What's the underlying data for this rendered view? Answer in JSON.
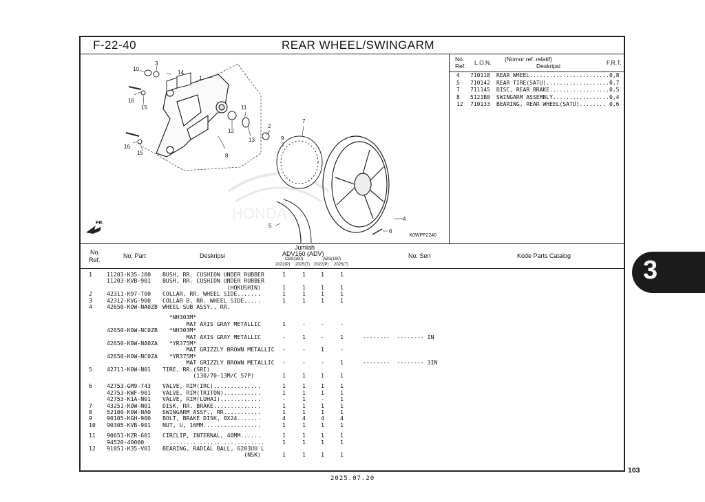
{
  "header": {
    "code": "F-22-40",
    "title": "REAR WHEEL/SWINGARM"
  },
  "diagram": {
    "ref_code": "K0WPF2240",
    "direction": "FR.",
    "callouts": [
      "10",
      "3",
      "14",
      "1",
      "16",
      "15",
      "16",
      "15",
      "8",
      "11",
      "12",
      "13",
      "2",
      "9",
      "7",
      "4",
      "5",
      "6"
    ]
  },
  "frt_table": {
    "headers": {
      "no": "No.",
      "ref": "Ref.",
      "lon": "L.O.N.",
      "nomor": "(Nomor ref. relatif)",
      "deskripsi": "Deskripsi",
      "frt": "F.R.T."
    },
    "rows": [
      {
        "ref": "4",
        "lon": "710118",
        "desc": "REAR WHEEL........................",
        "frt": "0,8"
      },
      {
        "ref": "5",
        "lon": "710142",
        "desc": "REAR TIRE(SATU)...................",
        "frt": "0,7"
      },
      {
        "ref": "7",
        "lon": "711145",
        "desc": "DISC, REAR BRAKE..................",
        "frt": "0,5"
      },
      {
        "ref": "8",
        "lon": "5121B0",
        "desc": "SWINGARM ASSEMBLY.................",
        "frt": "0,4"
      },
      {
        "ref": "12",
        "lon": "710133",
        "desc": "BEARING, REAR WHEEL(SATU)........",
        "frt": "0,6"
      }
    ]
  },
  "parts_table": {
    "headers": {
      "no": "No.",
      "ref": "Ref.",
      "part": "No. Part",
      "deskripsi": "Deskripsi",
      "jumlah": "Jumlah",
      "model": "ADV160 (ADV)",
      "cbs": "CBS(160)",
      "abs": "ABS(160)",
      "y1": "2022(P)",
      "y2": "2025(T)",
      "y3": "2022(P)",
      "y4": "2025(T)",
      "seri": "No. Seri",
      "kode": "Kode Parts Catalog"
    },
    "rows": [
      {
        "ref": "1",
        "part": "11203-K35-J00",
        "desc": "BUSH, RR. CUSHION UNDER RUBBER",
        "q": [
          "1",
          "1",
          "1",
          "1"
        ],
        "seri": ""
      },
      {
        "ref": "",
        "part": "11203-KVB-901",
        "desc": "BUSH, RR. CUSHION UNDER RUBBER",
        "q": [
          "",
          "",
          "",
          ""
        ],
        "seri": ""
      },
      {
        "ref": "",
        "part": "",
        "desc": "                   (HOKUSHIN)",
        "q": [
          "1",
          "1",
          "1",
          "1"
        ],
        "seri": ""
      },
      {
        "ref": "2",
        "part": "42311-K97-T00",
        "desc": "COLLAR, RR. WHEEL SIDE.......",
        "q": [
          "1",
          "1",
          "1",
          "1"
        ],
        "seri": ""
      },
      {
        "ref": "3",
        "part": "42312-KVG-900",
        "desc": "COLLAR B, RR. WHEEL SIDE.....",
        "q": [
          "1",
          "1",
          "1",
          "1"
        ],
        "seri": ""
      },
      {
        "ref": "4",
        "part": "42650-K0W-NA0ZB",
        "desc": "WHEEL SUB ASSY., RR.",
        "q": [
          "",
          "",
          "",
          ""
        ],
        "seri": ""
      },
      {
        "ref": "",
        "part": "",
        "desc": "  *NH303M*",
        "q": [
          "",
          "",
          "",
          ""
        ],
        "seri": ""
      },
      {
        "ref": "",
        "part": "",
        "desc": "       MAT AXIS GRAY METALLIC",
        "q": [
          "1",
          "-",
          "-",
          "-"
        ],
        "seri": ""
      },
      {
        "ref": "",
        "part": "42650-K0W-NC0ZB",
        "desc": "  *NH303M*",
        "q": [
          "",
          "",
          "",
          ""
        ],
        "seri": ""
      },
      {
        "ref": "",
        "part": "",
        "desc": "       MAT AXIS GRAY METALLIC",
        "q": [
          "-",
          "1",
          "-",
          "1"
        ],
        "seri": "--------  -------- IN"
      },
      {
        "ref": "",
        "part": "42650-K0W-NA0ZA",
        "desc": "  *YR375M*",
        "q": [
          "",
          "",
          "",
          ""
        ],
        "seri": ""
      },
      {
        "ref": "",
        "part": "",
        "desc": "       MAT GRIZZLY BROWN METALLIC",
        "q": [
          "-",
          "-",
          "1",
          "-"
        ],
        "seri": ""
      },
      {
        "ref": "",
        "part": "42650-K0W-NC0ZA",
        "desc": "  *YR375M*",
        "q": [
          "",
          "",
          "",
          ""
        ],
        "seri": ""
      },
      {
        "ref": "",
        "part": "",
        "desc": "       MAT GRIZZLY BROWN METALLIC",
        "q": [
          "-",
          "-",
          "-",
          "1"
        ],
        "seri": "--------  -------- 3IN"
      },
      {
        "ref": "5",
        "part": "42711-K0W-N01",
        "desc": "TIRE, RR.(SRI)",
        "q": [
          "",
          "",
          "",
          ""
        ],
        "seri": ""
      },
      {
        "ref": "",
        "part": "",
        "desc": "         (130/70-13M/C 57P)",
        "q": [
          "1",
          "1",
          "1",
          "1"
        ],
        "seri": ""
      },
      {
        "ref": "6",
        "part": "42753-GM9-743",
        "desc": "VALVE, RIM(IRC)..............",
        "q": [
          "1",
          "1",
          "1",
          "1"
        ],
        "seri": ""
      },
      {
        "ref": "",
        "part": "42753-KWF-901",
        "desc": "VALVE, RIM(TRITON)...........",
        "q": [
          "1",
          "1",
          "1",
          "1"
        ],
        "seri": ""
      },
      {
        "ref": "",
        "part": "42753-K1A-N01",
        "desc": "VALVE, RIM(LUHAI)............",
        "q": [
          "-",
          "1",
          "-",
          "1"
        ],
        "seri": ""
      },
      {
        "ref": "7",
        "part": "43251-K0W-N01",
        "desc": "DISK, RR. BRAKE..............",
        "q": [
          "1",
          "1",
          "1",
          "1"
        ],
        "seri": ""
      },
      {
        "ref": "8",
        "part": "52100-K0W-NA0",
        "desc": "SWINGARM ASSY., RR...........",
        "q": [
          "1",
          "1",
          "1",
          "1"
        ],
        "seri": ""
      },
      {
        "ref": "9",
        "part": "90105-KGH-900",
        "desc": "BOLT, BRAKE DISK, 8X24.......",
        "q": [
          "4",
          "4",
          "4",
          "4"
        ],
        "seri": ""
      },
      {
        "ref": "10",
        "part": "90305-KVB-901",
        "desc": "NUT, U, 16MM.................",
        "q": [
          "1",
          "1",
          "1",
          "1"
        ],
        "seri": ""
      },
      {
        "ref": "11",
        "part": "90651-KZR-601",
        "desc": "CIRCLIP, INTERNAL, 40MM......",
        "q": [
          "1",
          "1",
          "1",
          "1"
        ],
        "seri": ""
      },
      {
        "ref": "",
        "part": "94520-40000",
        "desc": "  ............................",
        "q": [
          "1",
          "1",
          "1",
          "1"
        ],
        "seri": ""
      },
      {
        "ref": "12",
        "part": "91051-K35-V01",
        "desc": "BEARING, RADIAL BALL, 6203UU L",
        "q": [
          "",
          "",
          "",
          ""
        ],
        "seri": ""
      },
      {
        "ref": "",
        "part": "",
        "desc": "                        (NSK)",
        "q": [
          "1",
          "1",
          "1",
          "1"
        ],
        "seri": ""
      }
    ]
  },
  "section_tab": "3",
  "page_number": "103",
  "date": "2025.07.20"
}
